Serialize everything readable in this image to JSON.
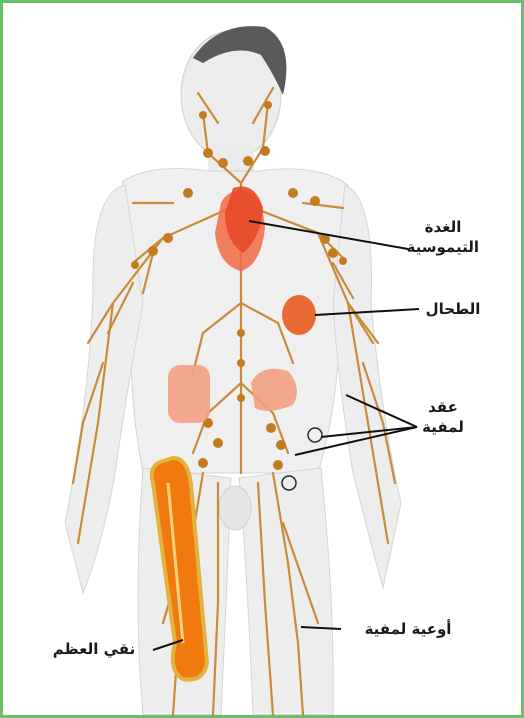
{
  "labels": {
    "thymus": "الغدة\nالتيموسية",
    "spleen": "الطحال",
    "nodes": "عقد\nلمفية",
    "vessels": "أوعية لمفية",
    "marrow": "نقي العظم"
  },
  "colors": {
    "border": "#6cbf6a",
    "body": "#eeeeee",
    "vessel": "#c98a3a",
    "node": "#c47a1e",
    "organ": "#f08a5d",
    "bone": "#f07a10"
  }
}
